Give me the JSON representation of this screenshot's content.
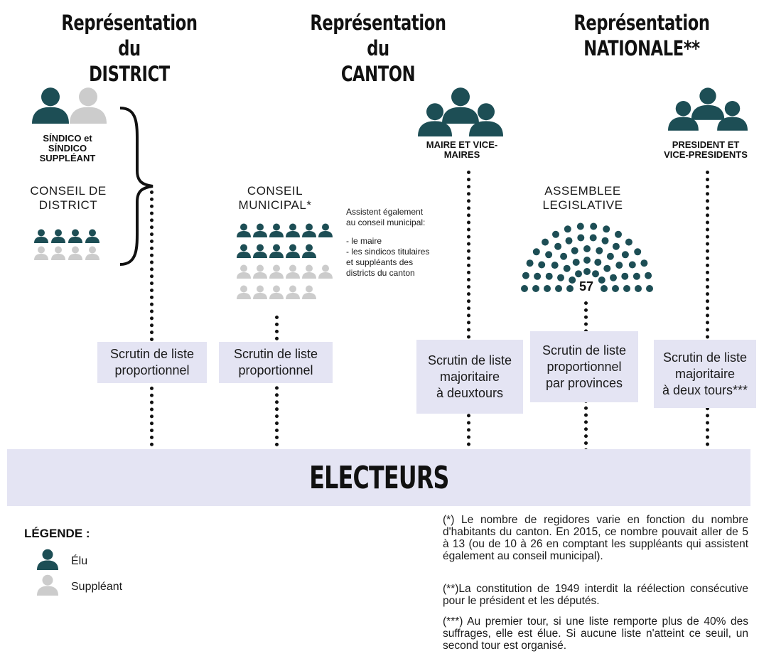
{
  "headers": {
    "district_line1": "Représentation du",
    "district_line2": "DISTRICT",
    "canton_line1": "Représentation du",
    "canton_line2": "CANTON",
    "national_line1": "Représentation",
    "national_line2": "NATIONALE**"
  },
  "district": {
    "sindico_label_1": "SÍNDICO et",
    "sindico_label_2": "SÍNDICO",
    "sindico_label_3": "SUPPLÉANT",
    "conseil_1": "CONSEIL DE",
    "conseil_2": "DISTRICT",
    "ballot_1": "Scrutin de liste",
    "ballot_2": "proportionnel"
  },
  "canton": {
    "conseil_1": "CONSEIL",
    "conseil_2": "MUNICIPAL*",
    "note_1": "Assistent également",
    "note_2": "au conseil municipal:",
    "note_3": "- le maire",
    "note_4": "- les sindicos titulaires",
    "note_5": "et suppléants des",
    "note_6": "districts du canton",
    "ballot_1": "Scrutin de liste",
    "ballot_2": "proportionnel",
    "maire_1": "MAIRE ET VICE-",
    "maire_2": "MAIRES",
    "maire_ballot_1": "Scrutin de liste",
    "maire_ballot_2": "majoritaire",
    "maire_ballot_3": "à deuxtours"
  },
  "national": {
    "assembly_1": "ASSEMBLEE",
    "assembly_2": "LEGISLATIVE",
    "seats": "57",
    "assembly_ballot_1": "Scrutin de liste",
    "assembly_ballot_2": "proportionnel",
    "assembly_ballot_3": "par provinces",
    "president_1": "PRESIDENT ET",
    "president_2": "VICE-PRESIDENTS",
    "president_ballot_1": "Scrutin de liste",
    "president_ballot_2": "majoritaire",
    "president_ballot_3": "à deux tours***"
  },
  "electeurs": "ELECTEURS",
  "legend": {
    "title": "LÉGENDE :",
    "elected": "Élu",
    "substitute": "Suppléant"
  },
  "footnotes": {
    "one": "(*) Le nombre de regidores varie en fonction du nombre d'habitants du canton. En 2015, ce nombre pouvait aller de 5 à 13 (ou de 10 à 26 en comptant les suppléants qui assistent également au conseil municipal).",
    "two": "(**)La constitution de 1949 interdit la réélection consécutive pour le président et les députés.",
    "three": "(***) Au premier tour, si une liste remporte plus de 40% des suffrages, elle est élue. Si aucune liste n'atteint ce seuil, un second tour est organisé."
  },
  "colors": {
    "elected": "#1d4e55",
    "substitute": "#cccccc",
    "box": "#e4e4f3"
  }
}
